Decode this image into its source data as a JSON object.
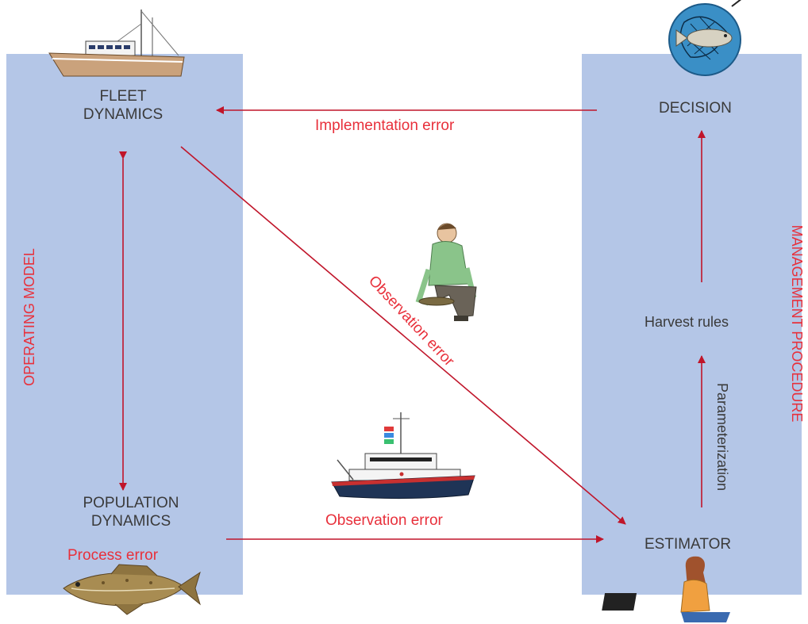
{
  "left_panel": {
    "title": "OPERATING MODEL",
    "fleet_line1": "FLEET",
    "fleet_line2": "DYNAMICS",
    "population_line1": "POPULATION",
    "population_line2": "DYNAMICS",
    "process_error": "Process error"
  },
  "right_panel": {
    "title": "MANAGEMENT PROCEDURE",
    "decision": "DECISION",
    "harvest_rules": "Harvest rules",
    "parameterization": "Parameterization",
    "estimator": "ESTIMATOR"
  },
  "flows": {
    "implementation_error": "Implementation error",
    "observation_error_diagonal": "Observation error",
    "observation_error_bottom": "Observation error"
  },
  "colors": {
    "panel": "#b4c6e7",
    "error_text": "#e8303b",
    "arrow": "#c0152a"
  },
  "icons": [
    "fishing-boat-icon",
    "fish-in-net-icon",
    "person-measuring-fish-icon",
    "research-vessel-icon",
    "cod-fish-icon",
    "person-at-laptop-icon"
  ]
}
